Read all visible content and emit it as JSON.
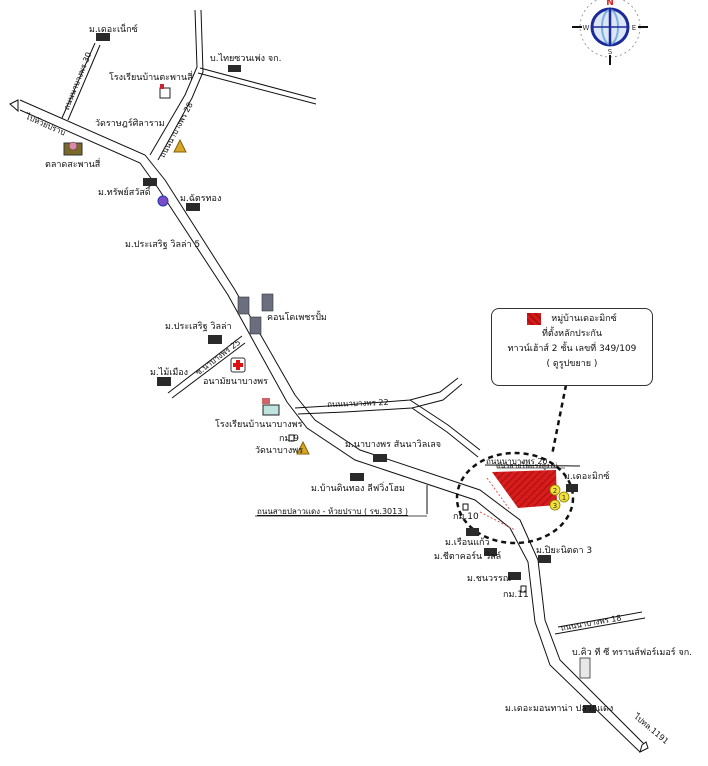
{
  "map": {
    "compass": {
      "north": "N",
      "south": "S",
      "east": "E",
      "west": "W"
    },
    "info_box": {
      "line1": "หมู่บ้านเดอะมิกซ์",
      "line2": "ที่ตั้งหลักประกัน",
      "line3": "ทาวน์เฮ้าส์ 2 ชั้น เลขที่ 349/109",
      "line4": "( ดูรูปขยาย )"
    },
    "roads": {
      "to_huai_prap": "ไปห้วยปราบ",
      "soi_30": "ถนนนาบางพร 30",
      "soi_28": "ถนนนาบางพร 28",
      "soi_25": "ซ.นาบางพร 25",
      "road_22": "ถนนนาบางพร 22",
      "road_20": "ถนนนาบางพร 20",
      "road_18": "ถนนนาบางพร 18",
      "main_road": "ถนนสายปลาวแดง - ห้วยปราบ ( รข.3013 )",
      "to_rd_1191": "ไปทล.1191",
      "power_line": "แนวสายไฟแรงสูงไม่"
    },
    "places": {
      "mu_the_next": "ม.เดอะเน็กซ์",
      "school_sapanyi": "โรงเรียนบ้านตะพานสี่",
      "thai_company": "บ.ไทยซวนเพ่ง จก.",
      "wat_burapha": "วัดราษฎร์ศิลาราม",
      "market": "ตลาดสะพานสี่",
      "mu_sapsawat": "ม.ทรัพย์สวัสดิ์",
      "mu_chatthong": "ม.ฉัตรทอง",
      "mu_prasertchai_5": "ม.ประเสริฐ วิลล่า 5",
      "condo": "คอนโดเพชรปั้ม",
      "mu_prasertchai": "ม.ประเสริฐ วิลล่า",
      "hospital": "อนามัยนาบางพร",
      "mu_maingam": "ม.ไม้เมือง",
      "school_nabangphon": "โรงเรียนบ้านนาบางพร",
      "km9": "กม.9",
      "wat_nabangphon": "วัดนาบางพร",
      "mu_nabangphon": "ม.นาบางพร สันนาวิลเลจ",
      "mu_ban_din_thong": "ม.บ้านดินทอง ลีฟวิ่งโฮม",
      "mu_the_mix": "ม.เดอะมิกซ์",
      "km10": "กม.10",
      "mu_ruenkaew": "ม.เรือนแก้ว",
      "mu_fenkaew": "ม.ชีตาคอร์น วิลล์",
      "mu_piyanit3": "ม.ปิยะนิตดา 3",
      "mu_chanawan": "ม.ชนวรรณ",
      "km11": "กม.11",
      "company_tt": "บ.คิว ที ซี ทรานส์ฟอร์เมอร์ จก.",
      "mu_thamma": "ม.เดอะมอนทาน่า ปลวกแดง"
    },
    "markers": [
      "1",
      "2",
      "3"
    ]
  }
}
